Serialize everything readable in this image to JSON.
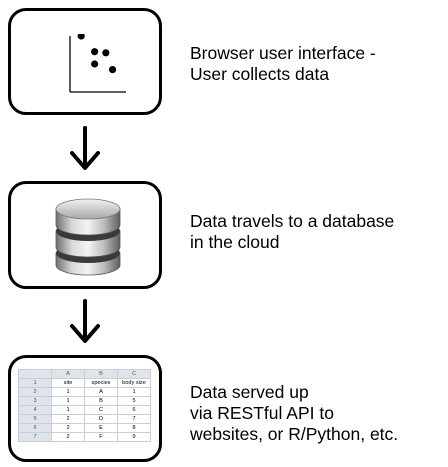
{
  "steps": [
    {
      "lines": [
        "Browser user interface -",
        "User collects data"
      ]
    },
    {
      "lines": [
        "Data travels to a database",
        "in the cloud"
      ]
    },
    {
      "lines": [
        "Data served up",
        "via RESTful API to",
        "websites, or R/Python, etc."
      ]
    }
  ],
  "spreadsheet": {
    "col_letters": [
      "A",
      "B",
      "C"
    ],
    "headers": [
      "site",
      "species",
      "body size"
    ],
    "row_numbers": [
      "1",
      "2",
      "3",
      "4",
      "5",
      "6",
      "7"
    ],
    "rows": [
      [
        "1",
        "A",
        "1"
      ],
      [
        "1",
        "B",
        "5"
      ],
      [
        "1",
        "C",
        "6"
      ],
      [
        "2",
        "D",
        "7"
      ],
      [
        "2",
        "E",
        "8"
      ],
      [
        "2",
        "F",
        "9"
      ]
    ]
  },
  "scatter_points": [
    {
      "x": 1,
      "y": 5
    },
    {
      "x": 2.2,
      "y": 3.6
    },
    {
      "x": 3.2,
      "y": 3.5
    },
    {
      "x": 2.2,
      "y": 2.5
    },
    {
      "x": 3.8,
      "y": 2.0
    }
  ]
}
